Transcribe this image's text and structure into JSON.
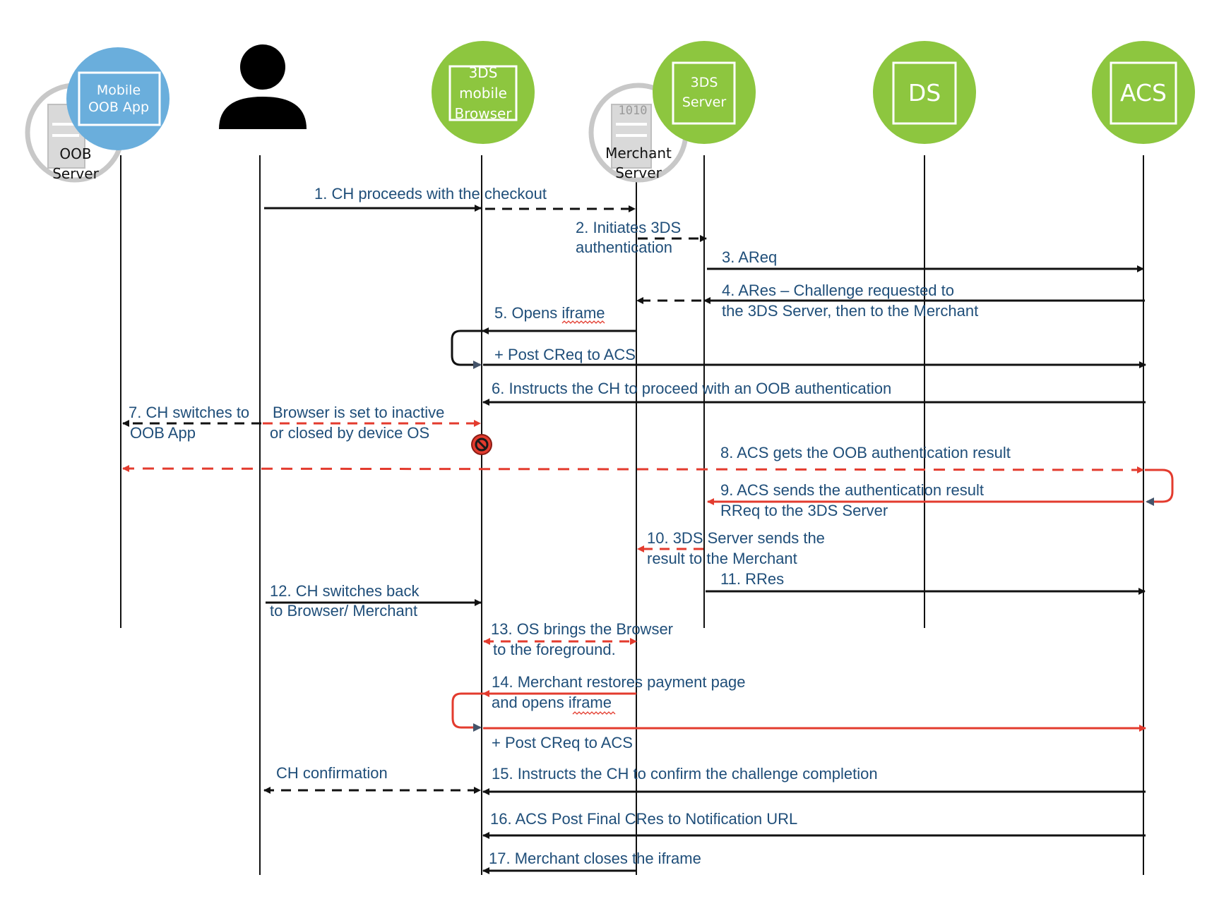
{
  "colors": {
    "green": "#8dc63f",
    "blue": "#6aaedc",
    "text": "#1f4e79",
    "black": "#111111",
    "red": "#e33b2e",
    "server_grey": "#d9d9d9"
  },
  "actors": {
    "oob_server": {
      "line1": "OOB",
      "line2": "Server",
      "icon": "server-icon"
    },
    "mobile_oob_app": {
      "line1": "Mobile",
      "line2": "OOB App"
    },
    "cardholder": {
      "icon": "person-icon"
    },
    "browser": {
      "line1": "3DS",
      "line2": "mobile",
      "line3": "Browser"
    },
    "merchant_server": {
      "line1": "Merchant",
      "line2": "Server",
      "icon": "server-icon",
      "code": "1010"
    },
    "tds_server": {
      "line1": "3DS",
      "line2": "Server"
    },
    "ds": {
      "label": "DS"
    },
    "acs": {
      "label": "ACS"
    }
  },
  "messages": {
    "m1": "1. CH proceeds with the checkout",
    "m2a": "2. Initiates 3DS",
    "m2b": "authentication",
    "m3": "3. AReq",
    "m4a": "4. ARes – Challenge requested to",
    "m4b": "the 3DS Server, then to  the Merchant",
    "m5": "5. Opens iframe",
    "m5b": "+ Post CReq to ACS",
    "m6": "6. Instructs the CH to proceed with an OOB authentication",
    "m7a": "7. CH switches to",
    "m7b": "OOB App",
    "m7c": "Browser is set to inactive",
    "m7d": "or closed by device OS",
    "m8": "8. ACS gets the OOB authentication result",
    "m9a": "9. ACS sends the authentication result",
    "m9b": "RReq to the 3DS Server",
    "m10a": "10. 3DS Server sends the",
    "m10b": "result to the Merchant",
    "m11": "11. RRes",
    "m12a": "12. CH switches back",
    "m12b": "to Browser/ Merchant",
    "m13a": "13. OS brings the Browser",
    "m13b": "to the foreground.",
    "m14a": "14. Merchant restores payment page",
    "m14b": "and opens iframe",
    "m14c": "+ Post CReq to ACS",
    "m_conf": "CH confirmation",
    "m15": "15. Instructs the CH to confirm the challenge completion",
    "m16": "16. ACS Post Final CRes to Notification URL",
    "m17": "17. Merchant closes the iframe"
  }
}
